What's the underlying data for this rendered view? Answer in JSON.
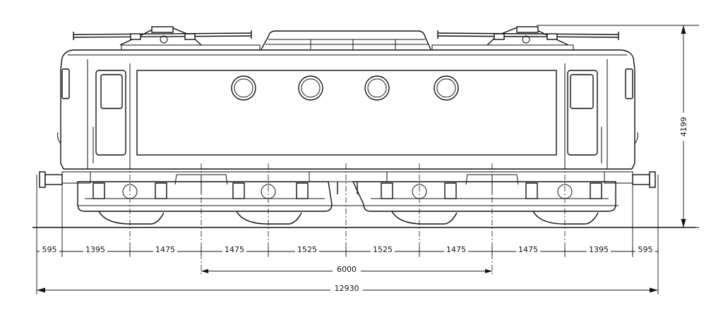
{
  "drawing": {
    "bottom_dimensions": [
      "595",
      "1395",
      "1475",
      "1475",
      "1525",
      "1525",
      "1475",
      "1475",
      "1395",
      "595"
    ],
    "bogie_center_distance": "6000",
    "overall_length": "12930",
    "height": "4199"
  }
}
